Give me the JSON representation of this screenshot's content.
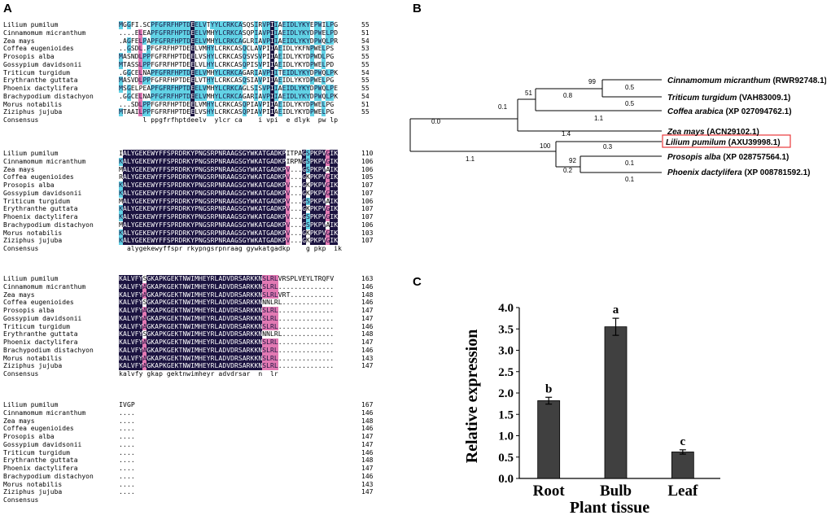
{
  "panels": {
    "a": "A",
    "b": "B",
    "c": "C"
  },
  "alignment": {
    "blocks": [
      {
        "rows": [
          {
            "name": "Lilium pumilum",
            "seq": "MGGFI.SCPFGFRFHPTDEELVTYYLCRKCASQSIRVPIIAEIDLYKYEPWILPG",
            "end": "55"
          },
          {
            "name": "Cinnamomum micranthum",
            "seq": "....ELEAPFGFRFHPTDEELVMHYLCRKCASQPIAVPIIAEIDLYKYDPWELPD",
            "end": "51"
          },
          {
            "name": "Zea mays",
            "seq": ".AGFELPAPFGFRFHPTDEELVMHYLCRKCAGLRIAVPIIAEIDLYKYDPWQLPR",
            "end": "54"
          },
          {
            "name": "Coffea eugenioides",
            "seq": "..GSDL.PFGFRFHPTDEELVMHYLCRKCASQCLAVPIIAEIDLYKFNPWELPS",
            "end": "53"
          },
          {
            "name": "Prosopis alba",
            "seq": "MASNDLPPFGFRFHPTDEELVSHYLCRKCASQSVSVPIIAEIDLYKYDPWDLPG",
            "end": "55"
          },
          {
            "name": "Gossypium davidsonii",
            "seq": "MTASSLPPFGFRFHPTDEELVLHYLCRKCASQPISVPIIAEIDLYKYDPWELPD",
            "end": "55"
          },
          {
            "name": "Triticum turgidum",
            "seq": ".GGCELNAPFGFRFHPTDEELVMHYLCRKCAGARIAVPIITEIDLYKYDPWQLPK",
            "end": "54"
          },
          {
            "name": "Erythranthe guttata",
            "seq": "MASVDLPPFGFRFHPTDEELVTHYLCRKCASQSIAVPIIAEIDLYKYDPWELPG",
            "end": "55"
          },
          {
            "name": "Phoenix dactylifera",
            "seq": "MSGELPEAPFGFRFHPTDEELVMHYLCRKCAGLSISVPIIAEIDLYKYDPWQLPE",
            "end": "55"
          },
          {
            "name": "Brachypodium distachyon",
            "seq": ".GGCELNAPFGFRFHPTDEELVMHYLCRKCAGARIAVPIIAEIDLYKYDPWQLPK",
            "end": "54"
          },
          {
            "name": "Morus notabilis",
            "seq": "...SDLPPFGFRFHPTDEELVMHYLCRKCASQPIAVPIIAEIDLYKYDPWELPG",
            "end": "51"
          },
          {
            "name": "Ziziphus jujuba",
            "seq": "MTAAILPPFGFRFHPTDEELVSHYLCRKCASQPIAVPIIAEIDLYKYDPWELPG",
            "end": "55"
          },
          {
            "name": "Consensus",
            "seq": "      l ppgfrfhptdeelv  ylcr ca    i vpi  e dlyk  pw lp ",
            "end": ""
          }
        ]
      },
      {
        "rows": [
          {
            "name": "Lilium pumilum",
            "seq": "IALYGEKEWYFFSPRDRKYPNGSRPNRAAGSGYWKATGADKPITPAGSPKPVGIK",
            "end": "110"
          },
          {
            "name": "Cinnamomum micranthum",
            "seq": "KALYGEKEWYFFSPRDRKYPNGSRPNRAAGSGYWKATGADKPIRPNGSPKPVGIK",
            "end": "106"
          },
          {
            "name": "Zea mays",
            "seq": "MALYGEKEWYFFSPRDRKYPNGSRPNRAAGSGYWKATGADKPV...GSPKPVAIK",
            "end": "106"
          },
          {
            "name": "Coffea eugenioides",
            "seq": "RALYGEKEWYFFSPRDRKYPNGSRPNRAAGSGYWKATGADKPV...GKPKPVGIK",
            "end": "105"
          },
          {
            "name": "Prosopis alba",
            "seq": "KALYGEKEWYFFSPRDRKYPNGSRPNRAAGSGYWKATGADKPV...GKPKPVGIK",
            "end": "107"
          },
          {
            "name": "Gossypium davidsonii",
            "seq": "KALYGEKEWYFFSPRDRKYPNGSRPNRAAGSGYWKATGADKPV...GKPKPVGIK",
            "end": "107"
          },
          {
            "name": "Triticum turgidum",
            "seq": "MALYGEKEWYFFSPRDRKYPNGSRPNRAAGSGYWKATGADKPV...GSPKPVAIK",
            "end": "106"
          },
          {
            "name": "Erythranthe guttata",
            "seq": "KALYGEKEWYFFSPRDRKYPNGSRPNRAAGSGYWKATGADKPV...GKPKPVGIK",
            "end": "107"
          },
          {
            "name": "Phoenix dactylifera",
            "seq": "KALYGEKEWYFFSPRDRKYPNGSRPNRAAGSGYWKATGADKPV...GSPKPVGIK",
            "end": "107"
          },
          {
            "name": "Brachypodium distachyon",
            "seq": "MALYGEKEWYFFSPRDRKYPNGSRPNRAAGSGYWKATGADKPV...GSPKPVAIK",
            "end": "106"
          },
          {
            "name": "Morus notabilis",
            "seq": "KALYGEKEWYFFSPRDRKYPNGSRPNRAAGSGYWKATGADKPV...GKPKPVGIK",
            "end": "103"
          },
          {
            "name": "Ziziphus jujuba",
            "seq": "KALYGEKEWYFFSPRDRKYPNGSRPNRAAGSGYWKATGADKPV...GKPKPVGIK",
            "end": "107"
          },
          {
            "name": "Consensus",
            "seq": "  alygekewyffspr rkypngsrpnraag gywkatgadkp    g pkp  ik",
            "end": ""
          }
        ]
      },
      {
        "rows": [
          {
            "name": "Lilium pumilum",
            "seq": "KALVFYSGKAPKGEKTNWIMHEYRLADVDRSARKKNSLRLVRSPLVEYLTRQFV",
            "end": "163"
          },
          {
            "name": "Cinnamomum micranthum",
            "seq": "KALVFYAGKAPKGEKTNWIMHEYRLADVDRSARKKNSLRL..............",
            "end": "146"
          },
          {
            "name": "Zea mays",
            "seq": "KALVFYAGKAPKGEKTNWIMHEYRLADVDRSARKKNSLRLVRT...........",
            "end": "148"
          },
          {
            "name": "Coffea eugenioides",
            "seq": "KALVFYSGKAPKGEKTNWIMHEYRLADVDRSARKKNNNLRL.............",
            "end": "146"
          },
          {
            "name": "Prosopis alba",
            "seq": "KALVFYAGKAPKGEKTNWIMHEYRLADVDRSARKKNSLRL..............",
            "end": "147"
          },
          {
            "name": "Gossypium davidsonii",
            "seq": "KALVFYAGKAPKGEKTNWIMHEYRLADVDRSARKKNSLRL..............",
            "end": "147"
          },
          {
            "name": "Triticum turgidum",
            "seq": "KALVFYAGKAPKGEKTNWIMHEYRLADVDRSARKKNSLRL..............",
            "end": "146"
          },
          {
            "name": "Erythranthe guttata",
            "seq": "KALVFYSGKAPKGEKTNWIMHEYRLADVDRSARKKNNNLRL.............",
            "end": "148"
          },
          {
            "name": "Phoenix dactylifera",
            "seq": "KALVFYAGKAPKGEKTNWIMHEYRLADVDRSARKKNSLRL..............",
            "end": "147"
          },
          {
            "name": "Brachypodium distachyon",
            "seq": "KALVFYAGKAPKGEKTNWIMHEYRLADVDRSARKKNSLRL..............",
            "end": "146"
          },
          {
            "name": "Morus notabilis",
            "seq": "KALVFYAGKAPKGEKTNWIMHEYRLADVDRSARKKNSLRL..............",
            "end": "143"
          },
          {
            "name": "Ziziphus jujuba",
            "seq": "KALVFYAGKAPKGEKTNWIMHEYRLADVDRSARKKNSLRL..............",
            "end": "147"
          },
          {
            "name": "Consensus",
            "seq": "kalvfy gkap gektnwimheyr advdrsar  n  lr             ",
            "end": ""
          }
        ]
      },
      {
        "rows": [
          {
            "name": "Lilium pumilum",
            "seq": "IVGP",
            "end": "167"
          },
          {
            "name": "Cinnamomum micranthum",
            "seq": "....",
            "end": "146"
          },
          {
            "name": "Zea mays",
            "seq": "....",
            "end": "148"
          },
          {
            "name": "Coffea eugenioides",
            "seq": "....",
            "end": "146"
          },
          {
            "name": "Prosopis alba",
            "seq": "....",
            "end": "147"
          },
          {
            "name": "Gossypium davidsonii",
            "seq": "....",
            "end": "147"
          },
          {
            "name": "Triticum turgidum",
            "seq": "....",
            "end": "146"
          },
          {
            "name": "Erythranthe guttata",
            "seq": "....",
            "end": "148"
          },
          {
            "name": "Phoenix dactylifera",
            "seq": "....",
            "end": "147"
          },
          {
            "name": "Brachypodium distachyon",
            "seq": "....",
            "end": "146"
          },
          {
            "name": "Morus notabilis",
            "seq": "....",
            "end": "143"
          },
          {
            "name": "Ziziphus jujuba",
            "seq": "....",
            "end": "147"
          },
          {
            "name": "Consensus",
            "seq": "",
            "end": ""
          }
        ]
      }
    ]
  },
  "tree": {
    "taxa": [
      {
        "species": "Cinnamomum micranthum",
        "accession": "(RWR92748.1)",
        "highlight": false
      },
      {
        "species": "Triticum turgidum",
        "accession": "(VAH83009.1)",
        "highlight": false
      },
      {
        "species": "Coffea arabica",
        "accession": "(XP 027094762.1)",
        "highlight": false
      },
      {
        "species": "Zea mays",
        "accession": "(ACN29102.1)",
        "highlight": false
      },
      {
        "species": "Lilium pumilum",
        "accession": "(AXU39998.1)",
        "highlight": true
      },
      {
        "species": "Prosopis alba",
        "accession": "(XP 028757564.1)",
        "highlight": false
      },
      {
        "species": "Phoenix dactylifera",
        "accession": "(XP 008781592.1)",
        "highlight": false
      }
    ],
    "bootstrap": {
      "n99": "99",
      "n51": "51",
      "n100": "100",
      "n92": "92"
    },
    "branch_lengths": {
      "b_cinn": "0.5",
      "b_trit": "0.5",
      "b_99": "0.8",
      "b_51": "0.1",
      "b_coff": "1.1",
      "b_zea": "1.4",
      "b_root_upper": "0.0",
      "b_root_lower": "1.1",
      "b_lil": "0.3",
      "b_92": "0.2",
      "b_pros": "0.1",
      "b_phoe": "0.1"
    },
    "highlight_color": "#e8383b"
  },
  "chart_data": {
    "type": "bar",
    "categories": [
      "Root",
      "Bulb",
      "Leaf"
    ],
    "values": [
      1.82,
      3.55,
      0.62
    ],
    "errors": [
      0.08,
      0.2,
      0.05
    ],
    "letters": [
      "b",
      "a",
      "c"
    ],
    "xlabel": "Plant tissue",
    "ylabel": "Relative expression",
    "ylim": [
      0,
      4.0
    ],
    "yticks": [
      "0.0",
      "0.5",
      "1.0",
      "1.5",
      "2.0",
      "2.5",
      "3.0",
      "3.5",
      "4.0"
    ],
    "bar_color": "#404040"
  }
}
